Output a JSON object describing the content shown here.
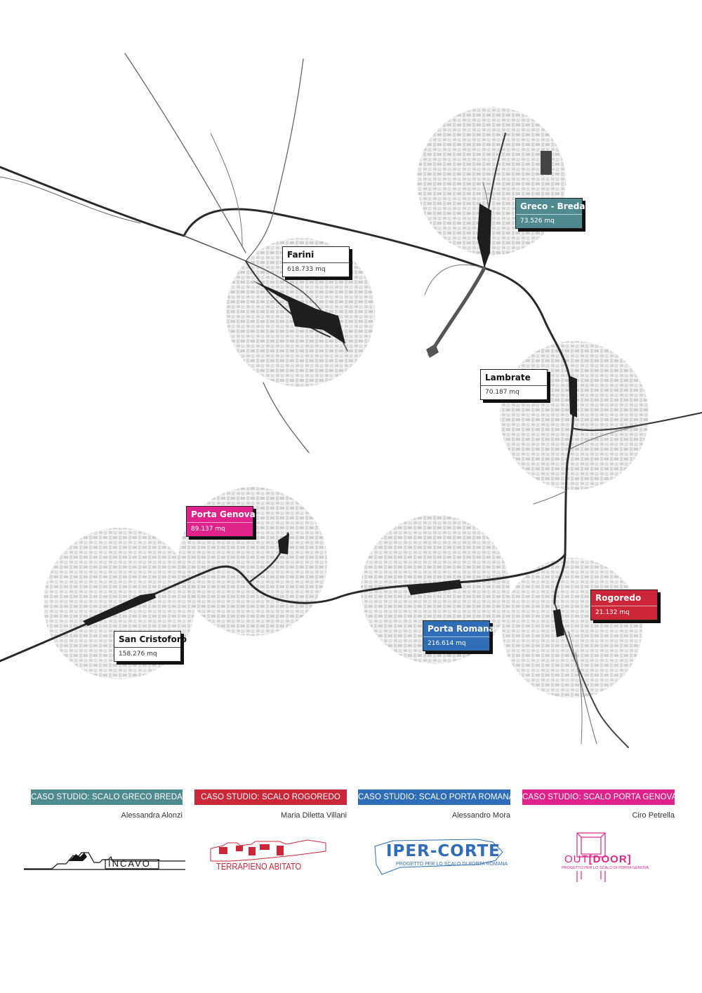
{
  "colors": {
    "greco": "#4f8a8f",
    "rogoredo": "#cc2738",
    "romana": "#2f6db6",
    "genova": "#e0238a",
    "rail": "#2a2a2a",
    "city": "#d7d7d7"
  },
  "scali": [
    {
      "name": "Farini",
      "area": "618.733 mq",
      "style": "white"
    },
    {
      "name": "Greco - Breda",
      "area": "73.526 mq",
      "style": "greco"
    },
    {
      "name": "Lambrate",
      "area": "70.187 mq",
      "style": "white"
    },
    {
      "name": "Porta Genova",
      "area": "89.137 mq",
      "style": "genova"
    },
    {
      "name": "San Cristoforo",
      "area": "158.276 mq",
      "style": "white"
    },
    {
      "name": "Porta Romana",
      "area": "216.614 mq",
      "style": "romana"
    },
    {
      "name": "Rogoredo",
      "area": "21.132 mq",
      "style": "rogoredo"
    }
  ],
  "case_studies": [
    {
      "badge": "CASO STUDIO: SCALO GRECO BREDA",
      "author": "Alessandra Alonzi",
      "color": "#4f8a8f",
      "logo_icon": "incavo-logo-icon",
      "logo_text": "INCAVO"
    },
    {
      "badge": "CASO STUDIO: SCALO ROGOREDO",
      "author": "Maria Diletta Villani",
      "color": "#cc2738",
      "logo_icon": "terrapieno-logo-icon",
      "logo_text": "TERRAPIENO ABITATO"
    },
    {
      "badge": "CASO STUDIO: SCALO PORTA ROMANA",
      "author": "Alessandro Mora",
      "color": "#2f6db6",
      "logo_icon": "iper-corte-logo-icon",
      "logo_text": "IPER-CORTE",
      "logo_sub": "PROGETTO PER LO SCALO DI PORTA ROMANA"
    },
    {
      "badge": "CASO STUDIO: SCALO PORTA GENOVA",
      "author": "Ciro Petrella",
      "color": "#e0238a",
      "logo_icon": "outdoor-logo-icon",
      "logo_text_a": "OUT",
      "logo_text_b": "[DOOR]",
      "logo_sub": "PROGETTO PER LO SCALO DI PORTA GENOVA"
    }
  ]
}
